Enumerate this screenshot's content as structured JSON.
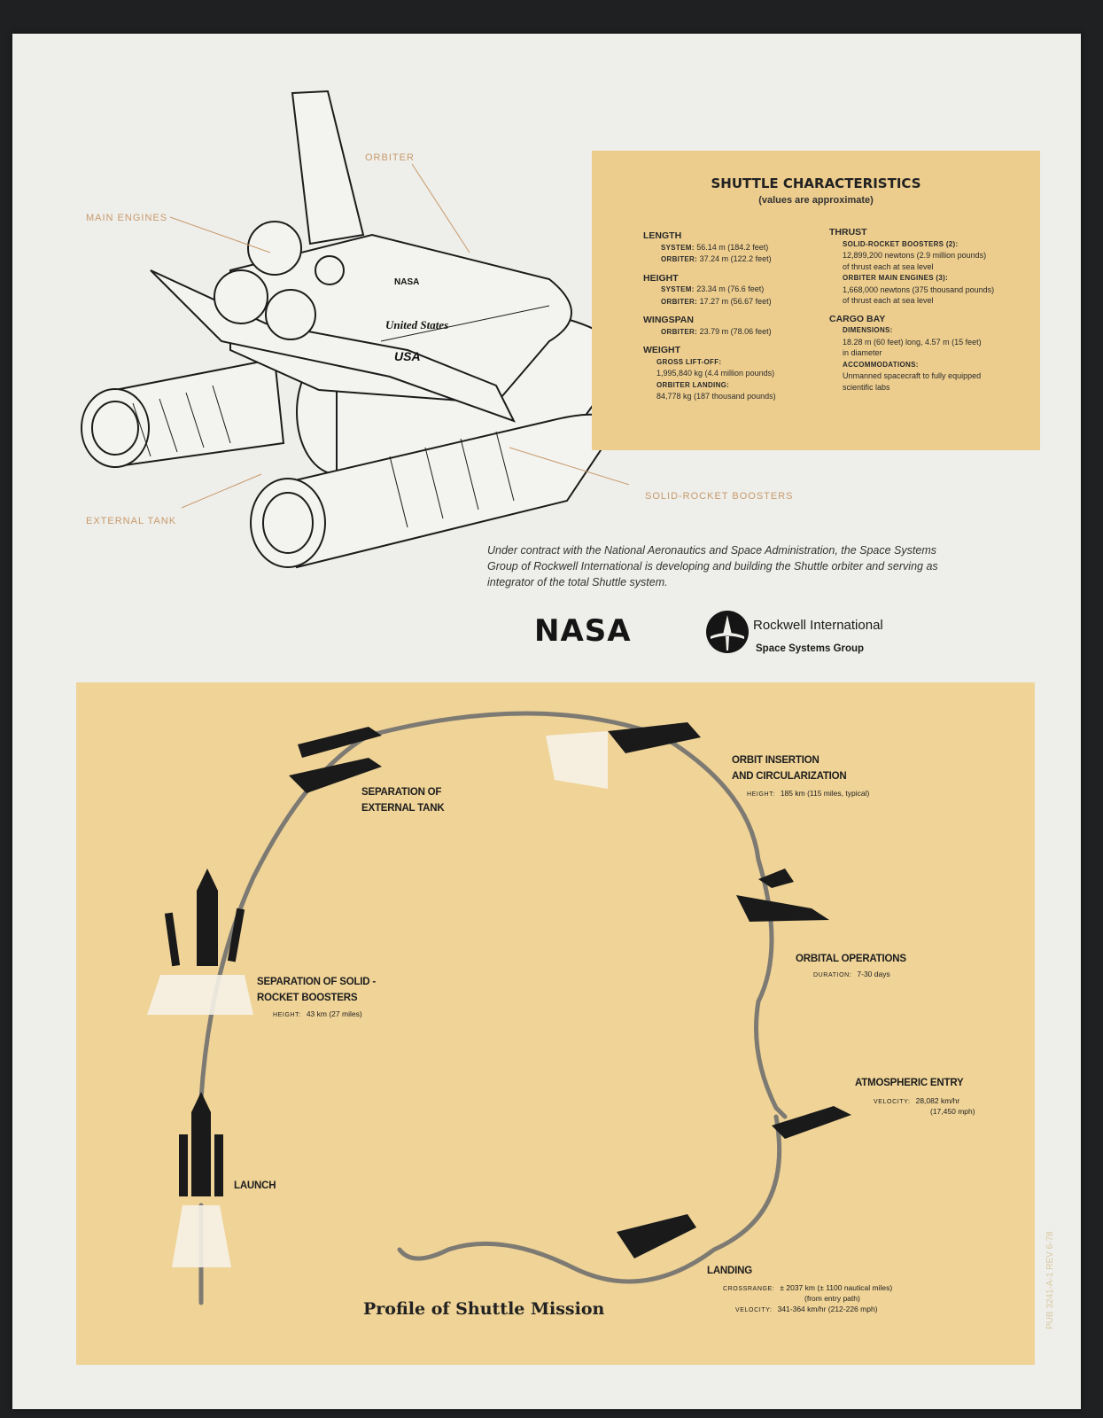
{
  "diagram": {
    "labels": {
      "orbiter": "ORBITER",
      "main_engines": "MAIN ENGINES",
      "external_tank": "EXTERNAL TANK",
      "solid_rocket_boosters": "SOLID-ROCKET BOOSTERS"
    },
    "markings": {
      "nasa": "NASA",
      "united_states": "United States",
      "usa": "USA"
    }
  },
  "characteristics": {
    "title": "SHUTTLE CHARACTERISTICS",
    "subtitle": "(values are approximate)",
    "length": {
      "heading": "LENGTH",
      "system_k": "SYSTEM:",
      "system_v": "56.14 m (184.2 feet)",
      "orbiter_k": "ORBITER:",
      "orbiter_v": "37.24 m (122.2 feet)"
    },
    "height": {
      "heading": "HEIGHT",
      "system_k": "SYSTEM:",
      "system_v": "23.34 m (76.6 feet)",
      "orbiter_k": "ORBITER:",
      "orbiter_v": "17.27 m (56.67 feet)"
    },
    "wingspan": {
      "heading": "WINGSPAN",
      "orbiter_k": "ORBITER:",
      "orbiter_v": "23.79 m (78.06 feet)"
    },
    "weight": {
      "heading": "WEIGHT",
      "liftoff_k": "GROSS LIFT-OFF:",
      "liftoff_v": "1,995,840 kg (4.4 million pounds)",
      "landing_k": "ORBITER LANDING:",
      "landing_v": "84,778 kg (187 thousand pounds)"
    },
    "thrust": {
      "heading": "THRUST",
      "srb_k": "SOLID-ROCKET BOOSTERS (2):",
      "srb_v1": "12,899,200 newtons (2.9 million pounds)",
      "srb_v2": "of thrust each at sea level",
      "me_k": "ORBITER MAIN ENGINES (3):",
      "me_v1": "1,668,000 newtons (375 thousand pounds)",
      "me_v2": "of thrust each at sea level"
    },
    "cargo_bay": {
      "heading": "CARGO BAY",
      "dim_k": "DIMENSIONS:",
      "dim_v1": "18.28 m (60 feet) long, 4.57 m (15 feet)",
      "dim_v2": "in diameter",
      "acc_k": "ACCOMMODATIONS:",
      "acc_v1": "Unmanned spacecraft to fully equipped",
      "acc_v2": "scientific labs"
    }
  },
  "contract_text": "Under contract with the National Aeronautics and Space Administration, the Space Systems Group of Rockwell International is developing and building the Shuttle orbiter and serving as integrator of the total Shuttle system.",
  "logos": {
    "nasa": "NASA",
    "rockwell_name": "Rockwell International",
    "rockwell_group": "Space Systems Group"
  },
  "profile": {
    "title": "Profile of Shuttle Mission",
    "stages": {
      "launch": {
        "title": "LAUNCH"
      },
      "srb_sep": {
        "title1": "SEPARATION OF SOLID -",
        "title2": "ROCKET BOOSTERS",
        "k": "HEIGHT:",
        "v": "43 km (27 miles)"
      },
      "et_sep": {
        "title1": "SEPARATION OF",
        "title2": "EXTERNAL TANK"
      },
      "orbit_insertion": {
        "title1": "ORBIT INSERTION",
        "title2": "AND CIRCULARIZATION",
        "k": "HEIGHT:",
        "v": "185 km (115 miles, typical)"
      },
      "orbital_ops": {
        "title": "ORBITAL OPERATIONS",
        "k": "DURATION:",
        "v": "7-30 days"
      },
      "entry": {
        "title": "ATMOSPHERIC ENTRY",
        "k": "VELOCITY:",
        "v1": "28,082 km/hr",
        "v2": "(17,450 mph)"
      },
      "landing": {
        "title": "LANDING",
        "k1": "CROSSRANGE:",
        "v1a": "± 2037 km (± 1100 nautical miles)",
        "v1b": "(from entry path)",
        "k2": "VELOCITY:",
        "v2": "341-364 km/hr (212-226 mph)"
      }
    }
  },
  "publication_number": "PUB 3241-A-1 REV 6-78"
}
